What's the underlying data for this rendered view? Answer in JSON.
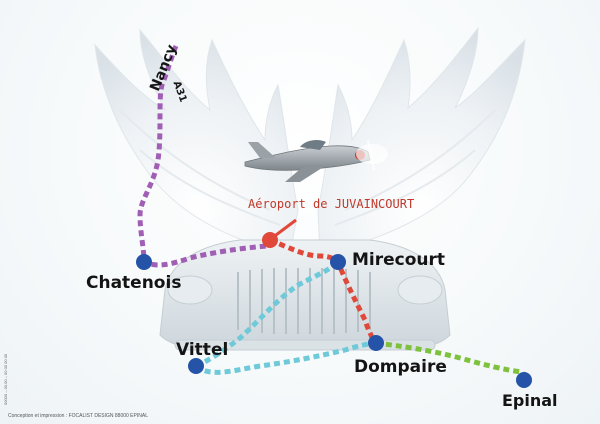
{
  "map": {
    "colors": {
      "purple_route": "#a05fb4",
      "red_route": "#e0483a",
      "cyan_route": "#6ec9d8",
      "green_route": "#7dc13d",
      "town_marker": "#2453a8",
      "airport_marker": "#e0483a"
    },
    "road_labels": {
      "nancy": "Nancy",
      "a31": "A31"
    },
    "airport": {
      "label": "Aéroport de JUVAINCOURT"
    },
    "towns": {
      "chatenois": "Chatenois",
      "mirecourt": "Mirecourt",
      "vittel": "Vittel",
      "dompaire": "Dompaire",
      "epinal": "Epinal"
    },
    "credits": {
      "footer": "Conception et impression : FOCALIST DESIGN 88000 EPINAL",
      "side": "00000 – 00.00 – 00 00 00 00"
    },
    "decorations": [
      "wings-illustration",
      "vintage-car-grille",
      "airplane-illustration"
    ]
  }
}
